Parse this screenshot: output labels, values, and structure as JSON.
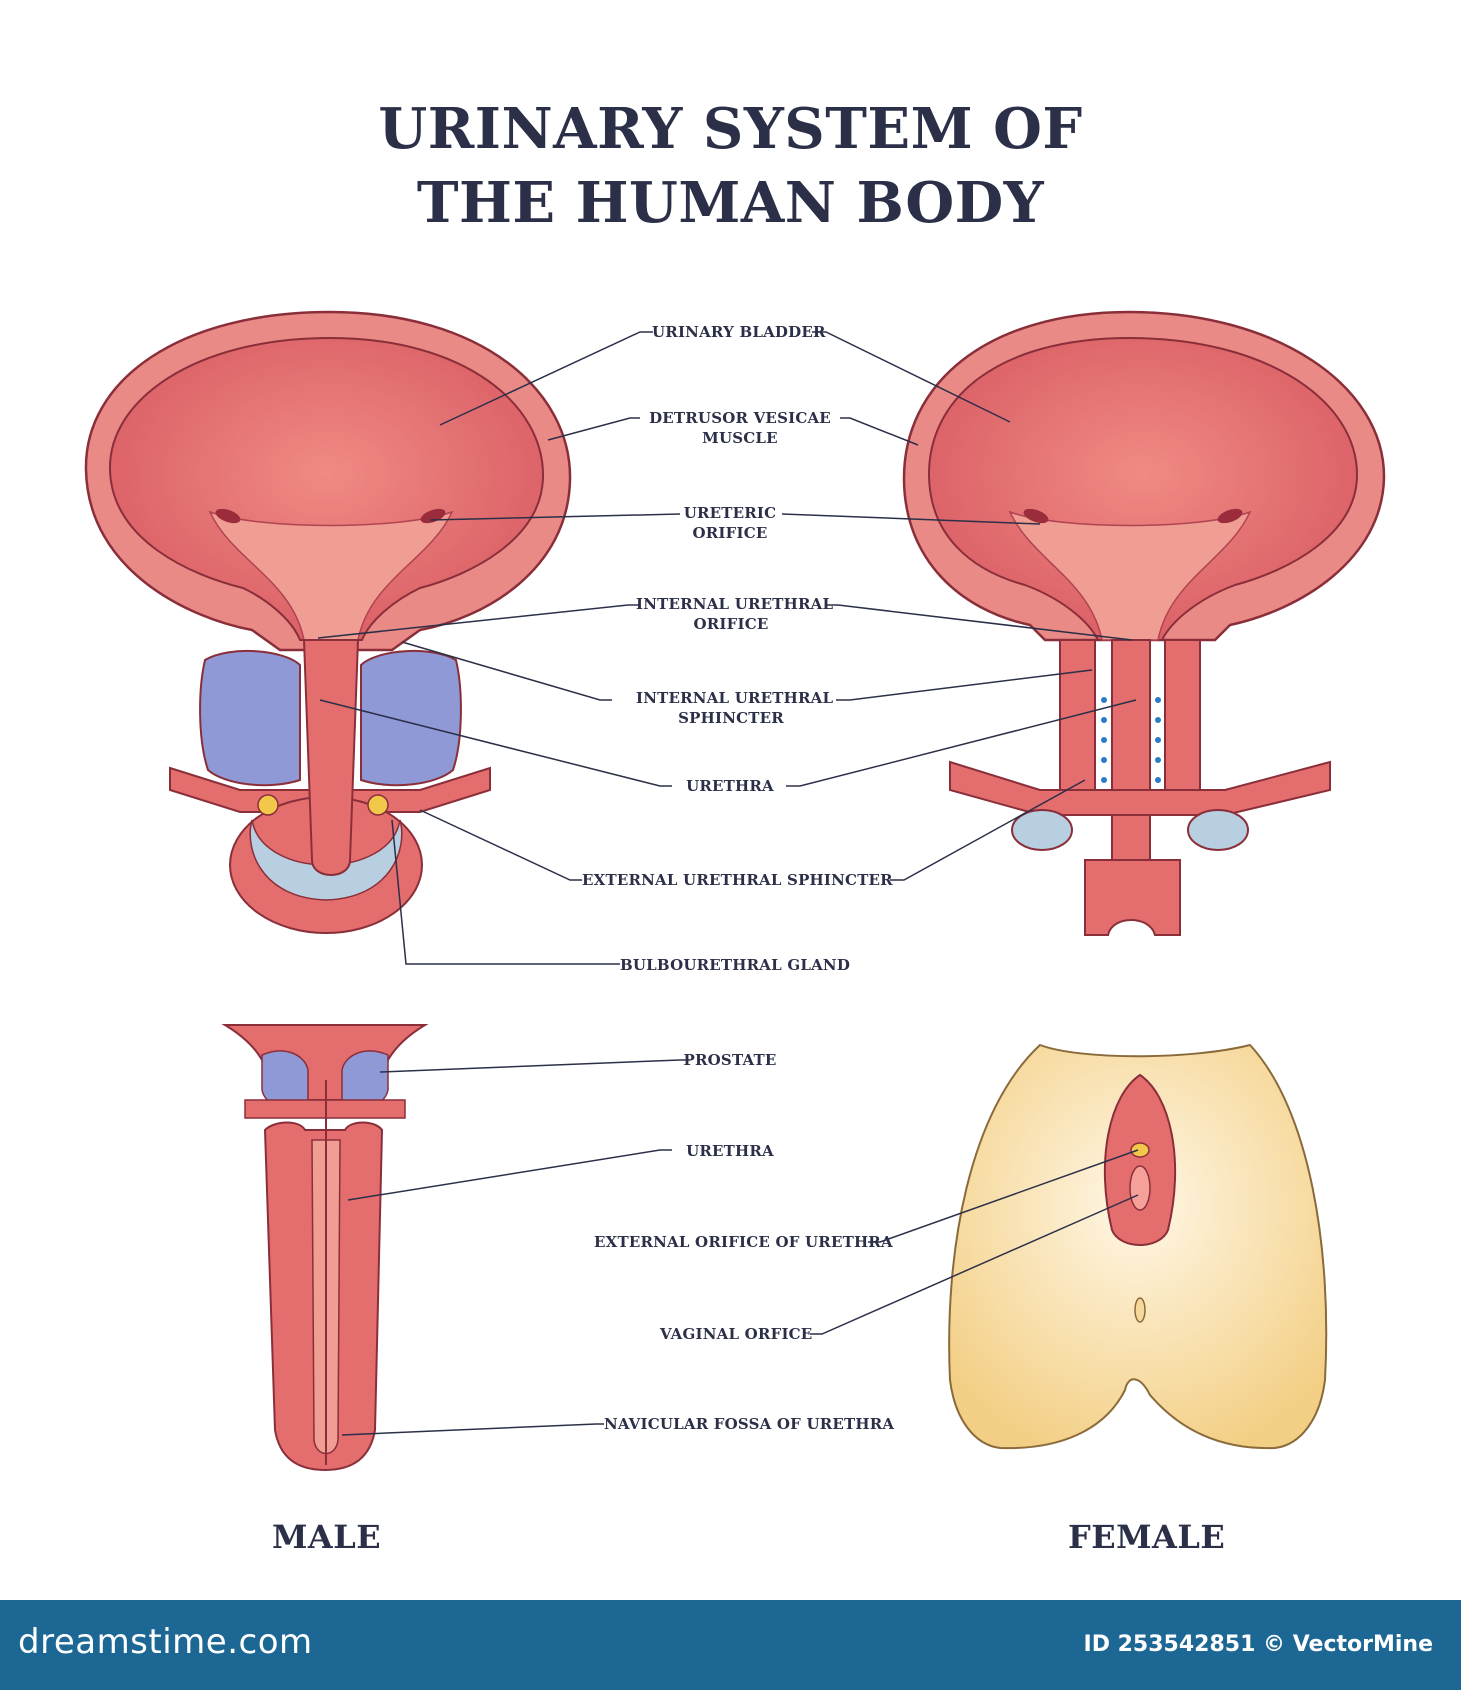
{
  "title": {
    "line1": "URINARY SYSTEM OF",
    "line2": "THE HUMAN BODY"
  },
  "labels": {
    "urinary_bladder": "URINARY BLADDER",
    "detrusor_1": "DETRUSOR VESICAE",
    "detrusor_2": "MUSCLE",
    "ureteric_1": "URETERIC",
    "ureteric_2": "ORIFICE",
    "int_orifice_1": "INTERNAL URETHRAL",
    "int_orifice_2": "ORIFICE",
    "int_sphincter_1": "INTERNAL URETHRAL",
    "int_sphincter_2": "SPHINCTER",
    "urethra_top": "URETHRA",
    "ext_sphincter": "EXTERNAL URETHRAL SPHINCTER",
    "bulbourethral": "BULBOURETHRAL GLAND",
    "prostate": "PROSTATE",
    "urethra_bottom": "URETHRA",
    "ext_orifice": "EXTERNAL ORIFICE OF URETHRA",
    "vaginal": "VAGINAL ORFICE",
    "navicular": "NAVICULAR FOSSA OF URETHRA"
  },
  "sections": {
    "male": "MALE",
    "female": "FEMALE"
  },
  "footer": {
    "site": "dreamstime.com",
    "id": "ID 253542851 © VectorMine"
  },
  "colors": {
    "title": "#2b3048",
    "tissue": "#e46d6d",
    "tissue_dark": "#c94f55",
    "outline": "#8a2f3a",
    "prostate": "#8f99d6",
    "sphincter": "#b7cfe0",
    "skin": "#f6d89a",
    "footer": "#1d6795"
  }
}
